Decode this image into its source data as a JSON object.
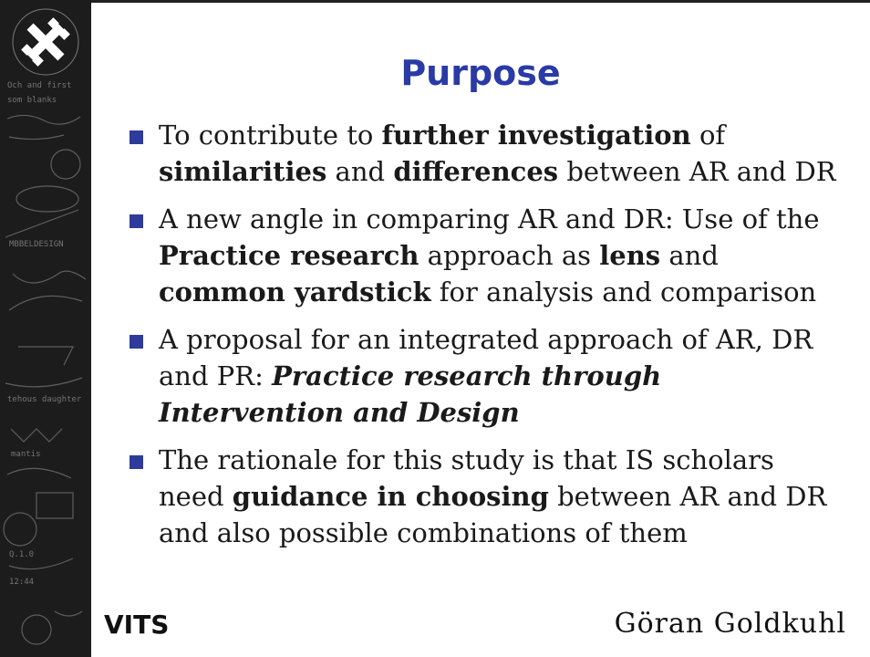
{
  "slide": {
    "title": "Purpose",
    "bullets": [
      {
        "parts": [
          {
            "text": "To contribute to "
          },
          {
            "text": "further investigation",
            "bold": true
          },
          {
            "text": " of "
          },
          {
            "text": "similarities",
            "bold": true
          },
          {
            "text": " and "
          },
          {
            "text": "differences",
            "bold": true
          },
          {
            "text": " between AR and DR"
          }
        ]
      },
      {
        "parts": [
          {
            "text": "A new angle in comparing AR and DR: Use of the "
          },
          {
            "text": "Practice research",
            "bold": true
          },
          {
            "text": " approach as "
          },
          {
            "text": "lens",
            "bold": true
          },
          {
            "text": " and "
          },
          {
            "text": "common yardstick",
            "bold": true
          },
          {
            "text": " for analysis and comparison"
          }
        ]
      },
      {
        "parts": [
          {
            "text": "A proposal for an integrated approach of AR, DR and PR: "
          },
          {
            "text": "Practice research through Intervention and Design",
            "bold": true,
            "italic": true
          }
        ]
      },
      {
        "parts": [
          {
            "text": "The rationale for this study is that IS scholars need "
          },
          {
            "text": "guidance in choosing",
            "bold": true
          },
          {
            "text": " between AR and DR and also possible combinations of them"
          }
        ]
      }
    ]
  },
  "footer": {
    "left": "VITS",
    "right": "Göran Goldkuhl"
  },
  "colors": {
    "title": "#2a3aa6",
    "bullet_marker": "#2e3b9a",
    "sidebar": "#1c1c1c"
  },
  "icons": {
    "logo": "university-logo",
    "sidebar": "chalkboard-decoration"
  }
}
